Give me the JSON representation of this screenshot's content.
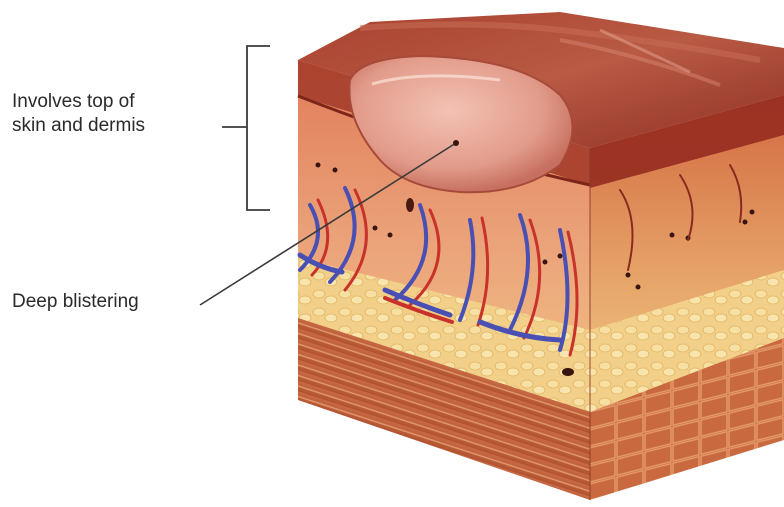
{
  "title_fragment": "",
  "labels": {
    "dermis_line1": "Involves top of",
    "dermis_line2": "skin and dermis",
    "blistering": "Deep blistering"
  },
  "colors": {
    "epidermis": "#9e3a2c",
    "dermis": "#e49a6f",
    "fat": "#f2cf82",
    "muscle": "#c8643e",
    "blister": "#e8a89a",
    "vein": "#4a4fb4",
    "artery": "#c8322a",
    "annotation_line": "#3a3a3a"
  },
  "icons": [
    "skin-cross-section-illustration"
  ]
}
